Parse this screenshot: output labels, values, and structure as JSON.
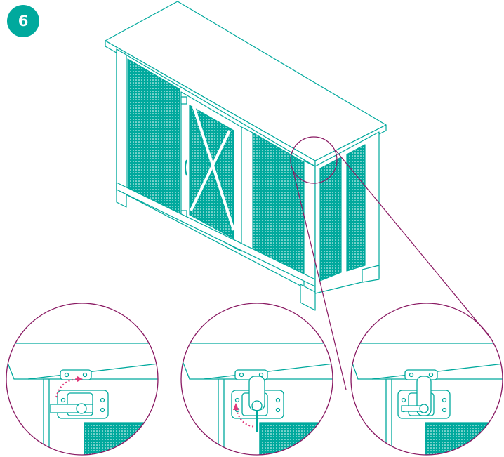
{
  "step": {
    "number": "6"
  },
  "colors": {
    "line": "#00a99d",
    "fill": "#00a99d",
    "callout": "#8a1a63",
    "arrow": "#e0397a",
    "background": "#ffffff"
  },
  "illustration": {
    "subject": "cabinet-with-door-latch",
    "detail_circles": 3
  }
}
